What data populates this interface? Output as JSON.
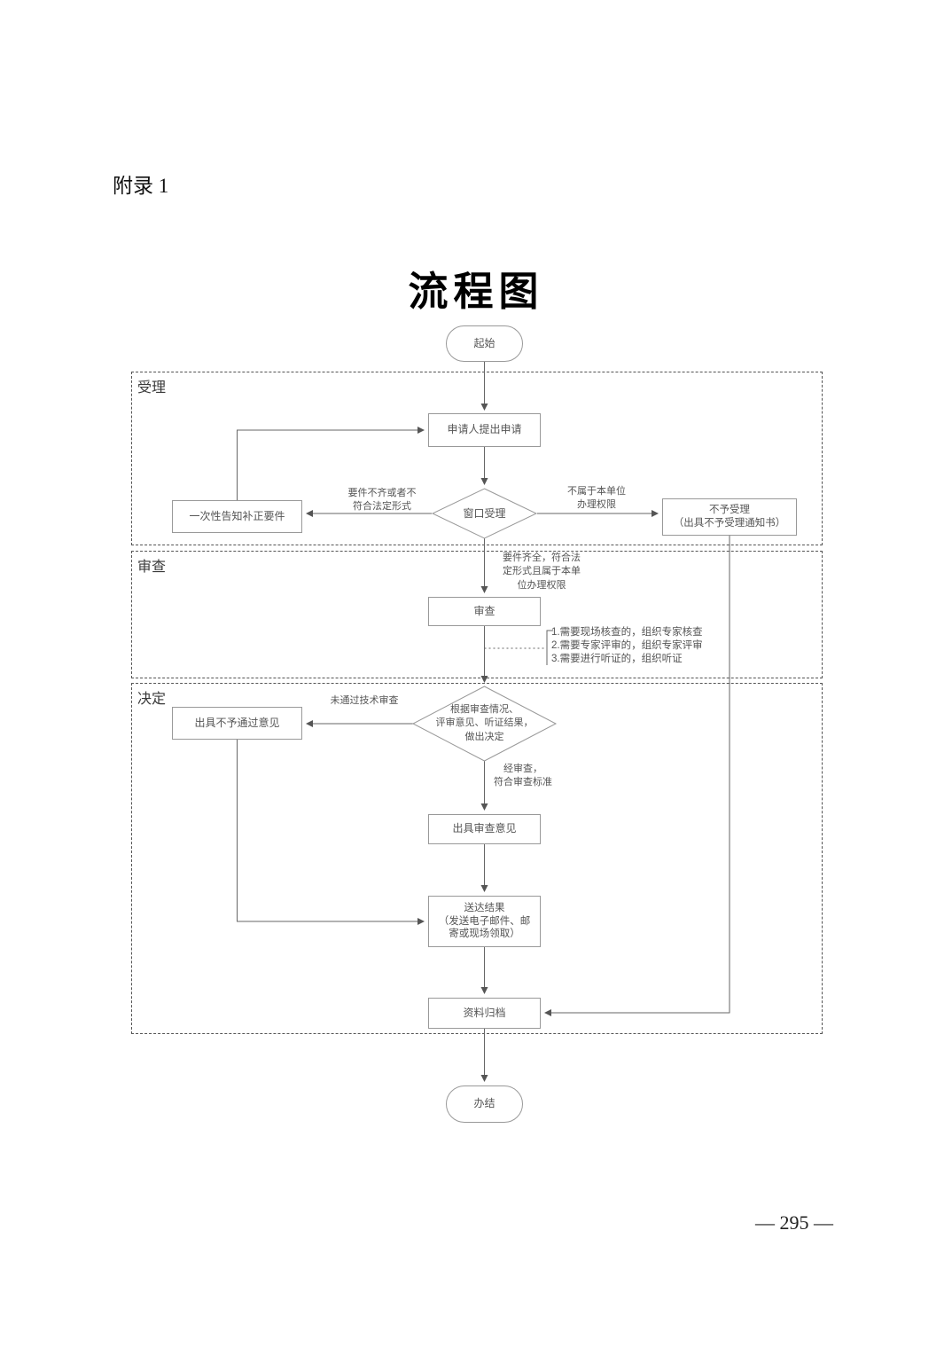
{
  "page": {
    "appendix_label": "附录 1",
    "title": "流程图",
    "page_number": "— 295 —"
  },
  "flowchart": {
    "start_label": "起始",
    "end_label": "办结",
    "sections": [
      {
        "label": "受理"
      },
      {
        "label": "审查"
      },
      {
        "label": "决定"
      }
    ],
    "nodes": {
      "apply": "申请人提出申请",
      "window_accept": "窗口受理",
      "notify_correction": "一次性告知补正要件",
      "reject": "不予受理\n（出具不予受理通知书）",
      "review": "审查",
      "decision": "根据审查情况、\n评审意见、听证结果，\n做出决定",
      "fail_opinion": "出具不予通过意见",
      "review_opinion": "出具审查意见",
      "deliver": "送达结果\n（发送电子邮件、邮\n寄或现场领取）",
      "archive": "资料归档"
    },
    "edge_labels": {
      "incomplete": "要件不齐或者不\n符合法定形式",
      "no_authority": "不属于本单位\n办理权限",
      "complete": "要件齐全，符合法\n定形式且属于本单\n位办理权限",
      "fail_review": "未通过技术审查",
      "pass_review": "经审查，\n符合审查标准"
    },
    "note": "1.需要现场核查的，组织专家核查\n2.需要专家评审的，组织专家评审\n3.需要进行听证的，组织听证"
  }
}
